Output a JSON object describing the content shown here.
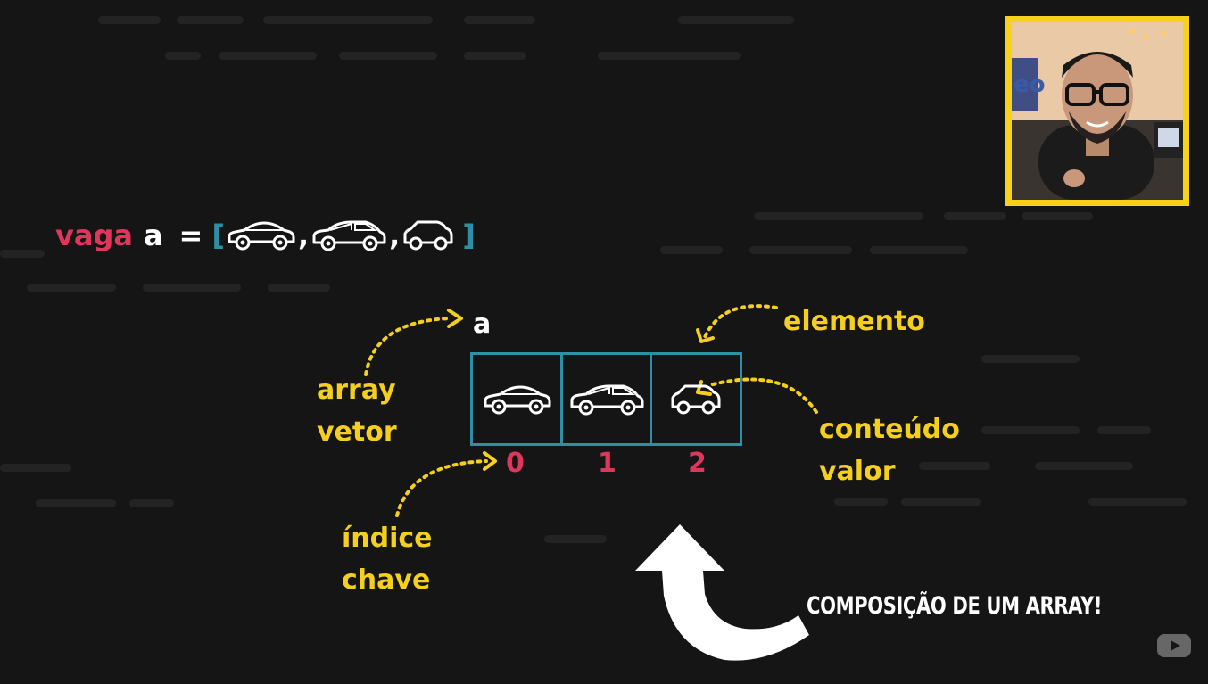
{
  "declaration": {
    "keyword": "vaga",
    "name": "a",
    "equals": "=",
    "open_bracket": "[",
    "comma1": ",",
    "comma2": ",",
    "close_bracket": "]"
  },
  "diagram": {
    "array_name": "a",
    "indices": [
      "0",
      "1",
      "2"
    ],
    "labels": {
      "array": "array",
      "vetor": "vetor",
      "elemento": "elemento",
      "conteudo": "conteúdo",
      "valor": "valor",
      "indice": "índice",
      "chave": "chave"
    }
  },
  "caption": "COMPOSIÇÃO DE UM ARRAY!",
  "colors": {
    "yellow": "#f4cf1d",
    "pink": "#e0365c",
    "teal": "#2f8fa6",
    "background": "#151515"
  },
  "icons": [
    "sedan-car-icon",
    "hatchback-car-icon",
    "compact-car-icon",
    "curved-arrow-icon",
    "youtube-icon"
  ]
}
